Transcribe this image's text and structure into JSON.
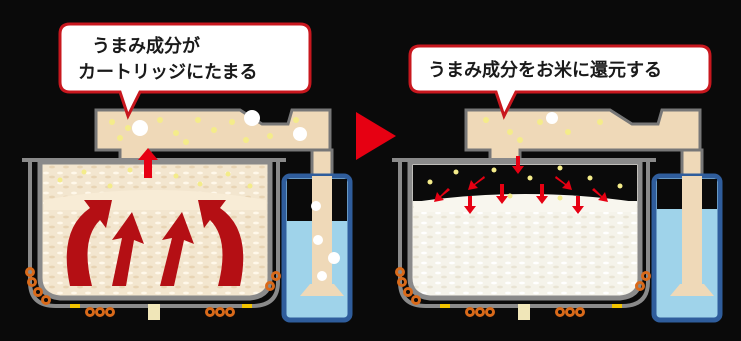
{
  "callouts": {
    "left_line1": "うまみ成分が",
    "left_line2": "カートリッジにたまる",
    "right": "うまみ成分をお米に還元する"
  },
  "colors": {
    "background": "#0a0a0a",
    "callout_border": "#c8171e",
    "arrow_red": "#e60012",
    "curved_arrow": "#b40f14",
    "cartridge": "#efd9b8",
    "rice": "#f5f3ea",
    "water": "#9fd3ea",
    "water_border": "#2f5d9c",
    "pot_outline": "#8a8a8a",
    "heater": "#d96a1a",
    "dots": "#f4ec8a"
  },
  "icons": {
    "transition": "play-triangle-icon",
    "steam_up": "arrow-up-icon",
    "rice_circulation": "curved-arrow-icon"
  }
}
